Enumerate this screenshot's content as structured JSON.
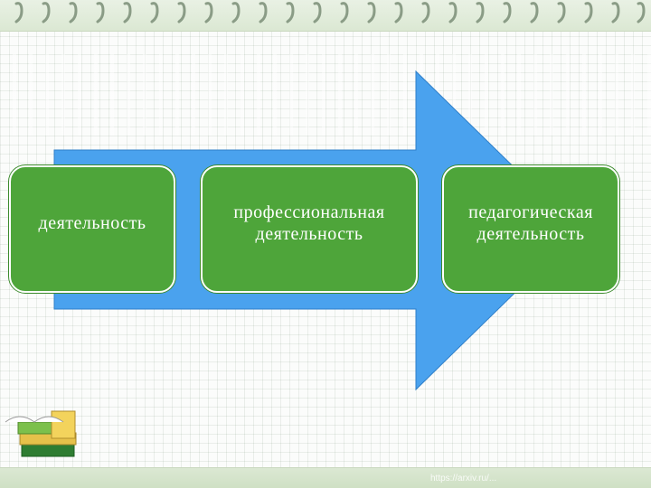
{
  "diagram": {
    "boxes": [
      {
        "label": "деятельность"
      },
      {
        "label": "профессиональная\nдеятельность"
      },
      {
        "label": "педагогическая\nдеятельность"
      }
    ]
  },
  "footer": {
    "watermark": "https://arxiv.ru/..."
  },
  "colors": {
    "arrow": "#4aa2ee",
    "box": "#4ea53a",
    "border": "#ffffff"
  },
  "icons": [
    "spiral-binding-icon",
    "books-icon",
    "arrow-right-icon"
  ]
}
